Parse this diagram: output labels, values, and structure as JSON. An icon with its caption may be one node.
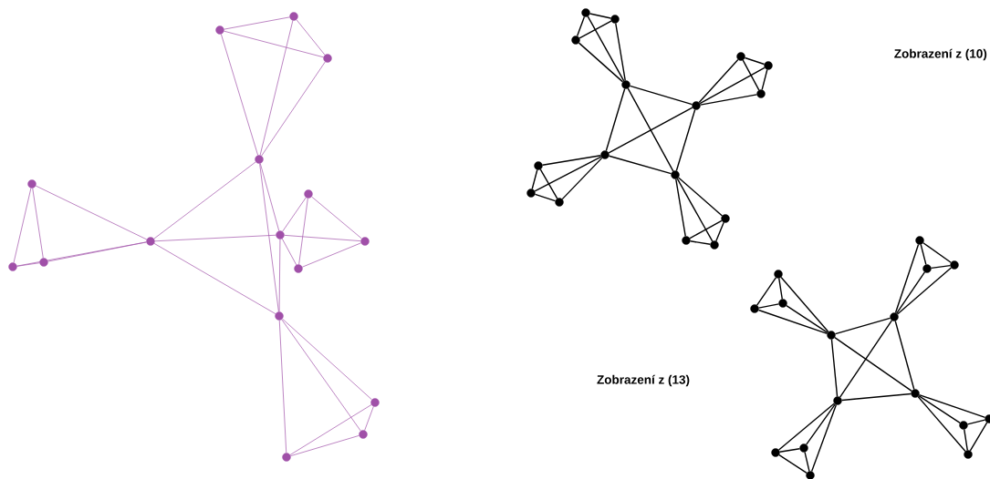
{
  "diagram": {
    "nodes": [
      {
        "text": [],
        "shape": "circle"
      },
      {
        "text": [],
        "shape": "circle"
      },
      {
        "text": [],
        "shape": "circle"
      },
      {
        "text": [],
        "shape": "circle"
      },
      {
        "text": [],
        "shape": "circle"
      },
      {
        "text": [],
        "shape": "circle"
      },
      {
        "text": [],
        "shape": "circle"
      },
      {
        "text": [],
        "shape": "circle"
      },
      {
        "text": [],
        "shape": "circle"
      },
      {
        "text": [],
        "shape": "circle"
      },
      {
        "text": [],
        "shape": "circle"
      },
      {
        "text": [],
        "shape": "circle"
      },
      {
        "text": [],
        "shape": "circle"
      },
      {
        "text": [],
        "shape": "circle"
      },
      {
        "text": [],
        "shape": "circle"
      },
      {
        "text": [],
        "shape": "circle"
      },
      {
        "text": [],
        "shape": "circle"
      },
      {
        "text": [],
        "shape": "circle"
      },
      {
        "text": [],
        "shape": "circle"
      },
      {
        "text": [],
        "shape": "circle"
      },
      {
        "text": [],
        "shape": "circle"
      },
      {
        "text": [],
        "shape": "circle"
      },
      {
        "text": [],
        "shape": "circle"
      },
      {
        "text": [],
        "shape": "circle"
      },
      {
        "text": [],
        "shape": "circle"
      },
      {
        "text": [],
        "shape": "circle"
      },
      {
        "text": [],
        "shape": "circle"
      },
      {
        "text": [],
        "shape": "circle"
      },
      {
        "text": [],
        "shape": "circle"
      },
      {
        "text": [],
        "shape": "circle"
      },
      {
        "text": [],
        "shape": "circle"
      },
      {
        "text": [],
        "shape": "circle"
      },
      {
        "text": [],
        "shape": "circle"
      },
      {
        "text": [],
        "shape": "circle"
      },
      {
        "text": [],
        "shape": "circle"
      },
      {
        "text": [],
        "shape": "circle"
      },
      {
        "text": [],
        "shape": "circle"
      },
      {
        "text": [],
        "shape": "circle"
      },
      {
        "text": [],
        "shape": "circle"
      },
      {
        "text": [],
        "shape": "circle"
      },
      {
        "text": [],
        "shape": "circle"
      },
      {
        "text": [],
        "shape": "circle"
      },
      {
        "text": [],
        "shape": "circle"
      },
      {
        "text": [],
        "shape": "circle"
      },
      {
        "text": [],
        "shape": "circle"
      },
      {
        "text": [],
        "shape": "circle"
      },
      {
        "text": [],
        "shape": "circle"
      },
      {
        "text": [],
        "shape": "circle"
      }
    ],
    "edges": [
      {
        "from": 3,
        "to": 7,
        "arrow": "none",
        "color": "#a050a8"
      },
      {
        "from": 3,
        "to": 6,
        "arrow": "none",
        "color": "#a050a8"
      },
      {
        "from": 3,
        "to": 12,
        "arrow": "none",
        "color": "#a050a8"
      },
      {
        "from": 7,
        "to": 6,
        "arrow": "none",
        "color": "#a050a8"
      },
      {
        "from": 7,
        "to": 12,
        "arrow": "none",
        "color": "#a050a8"
      },
      {
        "from": 6,
        "to": 12,
        "arrow": "none",
        "color": "#a050a8"
      },
      {
        "from": 3,
        "to": 0,
        "arrow": "none",
        "color": "#a050a8"
      },
      {
        "from": 3,
        "to": 1,
        "arrow": "none",
        "color": "#a050a8"
      },
      {
        "from": 3,
        "to": 2,
        "arrow": "none",
        "color": "#a050a8"
      },
      {
        "from": 0,
        "to": 1,
        "arrow": "none",
        "color": "#a050a8"
      },
      {
        "from": 0,
        "to": 2,
        "arrow": "none",
        "color": "#a050a8"
      },
      {
        "from": 1,
        "to": 2,
        "arrow": "none",
        "color": "#a050a8"
      },
      {
        "from": 6,
        "to": 5,
        "arrow": "none",
        "color": "#a050a8"
      },
      {
        "from": 6,
        "to": 8,
        "arrow": "none",
        "color": "#a050a8"
      },
      {
        "from": 6,
        "to": 11,
        "arrow": "none",
        "color": "#a050a8"
      },
      {
        "from": 5,
        "to": 8,
        "arrow": "none",
        "color": "#a050a8"
      },
      {
        "from": 5,
        "to": 11,
        "arrow": "none",
        "color": "#a050a8"
      },
      {
        "from": 8,
        "to": 11,
        "arrow": "none",
        "color": "#a050a8"
      },
      {
        "from": 7,
        "to": 4,
        "arrow": "none",
        "color": "#a050a8"
      },
      {
        "from": 7,
        "to": 9,
        "arrow": "none",
        "color": "#a050a8"
      },
      {
        "from": 7,
        "to": 10,
        "arrow": "none",
        "color": "#a050a8"
      },
      {
        "from": 4,
        "to": 9,
        "arrow": "none",
        "color": "#a050a8"
      },
      {
        "from": 4,
        "to": 10,
        "arrow": "none",
        "color": "#a050a8"
      },
      {
        "from": 9,
        "to": 10,
        "arrow": "none",
        "color": "#a050a8"
      },
      {
        "from": 12,
        "to": 13,
        "arrow": "none",
        "color": "#a050a8"
      },
      {
        "from": 12,
        "to": 14,
        "arrow": "none",
        "color": "#a050a8"
      },
      {
        "from": 12,
        "to": 15,
        "arrow": "none",
        "color": "#a050a8"
      },
      {
        "from": 13,
        "to": 14,
        "arrow": "none",
        "color": "#a050a8"
      },
      {
        "from": 13,
        "to": 15,
        "arrow": "none",
        "color": "#a050a8"
      },
      {
        "from": 14,
        "to": 15,
        "arrow": "none",
        "color": "#a050a8"
      },
      {
        "from": 21,
        "to": 23,
        "arrow": "none"
      },
      {
        "from": 21,
        "to": 24,
        "arrow": "none"
      },
      {
        "from": 21,
        "to": 26,
        "arrow": "none"
      },
      {
        "from": 23,
        "to": 24,
        "arrow": "none"
      },
      {
        "from": 23,
        "to": 26,
        "arrow": "none"
      },
      {
        "from": 24,
        "to": 26,
        "arrow": "none"
      },
      {
        "from": 21,
        "to": 16,
        "arrow": "none"
      },
      {
        "from": 21,
        "to": 17,
        "arrow": "none"
      },
      {
        "from": 21,
        "to": 18,
        "arrow": "none"
      },
      {
        "from": 16,
        "to": 17,
        "arrow": "none"
      },
      {
        "from": 16,
        "to": 18,
        "arrow": "none"
      },
      {
        "from": 17,
        "to": 18,
        "arrow": "none"
      },
      {
        "from": 23,
        "to": 19,
        "arrow": "none"
      },
      {
        "from": 23,
        "to": 20,
        "arrow": "none"
      },
      {
        "from": 23,
        "to": 22,
        "arrow": "none"
      },
      {
        "from": 19,
        "to": 20,
        "arrow": "none"
      },
      {
        "from": 19,
        "to": 22,
        "arrow": "none"
      },
      {
        "from": 20,
        "to": 22,
        "arrow": "none"
      },
      {
        "from": 24,
        "to": 25,
        "arrow": "none"
      },
      {
        "from": 24,
        "to": 27,
        "arrow": "none"
      },
      {
        "from": 24,
        "to": 28,
        "arrow": "none"
      },
      {
        "from": 25,
        "to": 27,
        "arrow": "none"
      },
      {
        "from": 25,
        "to": 28,
        "arrow": "none"
      },
      {
        "from": 27,
        "to": 28,
        "arrow": "none"
      },
      {
        "from": 26,
        "to": 29,
        "arrow": "none"
      },
      {
        "from": 26,
        "to": 30,
        "arrow": "none"
      },
      {
        "from": 26,
        "to": 31,
        "arrow": "none"
      },
      {
        "from": 29,
        "to": 30,
        "arrow": "none"
      },
      {
        "from": 29,
        "to": 31,
        "arrow": "none"
      },
      {
        "from": 30,
        "to": 31,
        "arrow": "none"
      },
      {
        "from": 38,
        "to": 39,
        "arrow": "none"
      },
      {
        "from": 38,
        "to": 40,
        "arrow": "none"
      },
      {
        "from": 38,
        "to": 41,
        "arrow": "none"
      },
      {
        "from": 39,
        "to": 40,
        "arrow": "none"
      },
      {
        "from": 39,
        "to": 41,
        "arrow": "none"
      },
      {
        "from": 40,
        "to": 41,
        "arrow": "none"
      },
      {
        "from": 39,
        "to": 35,
        "arrow": "none"
      },
      {
        "from": 39,
        "to": 36,
        "arrow": "none"
      },
      {
        "from": 39,
        "to": 37,
        "arrow": "none"
      },
      {
        "from": 35,
        "to": 36,
        "arrow": "none"
      },
      {
        "from": 35,
        "to": 37,
        "arrow": "none"
      },
      {
        "from": 36,
        "to": 37,
        "arrow": "none"
      },
      {
        "from": 38,
        "to": 32,
        "arrow": "none"
      },
      {
        "from": 38,
        "to": 33,
        "arrow": "none"
      },
      {
        "from": 38,
        "to": 34,
        "arrow": "none"
      },
      {
        "from": 32,
        "to": 33,
        "arrow": "none"
      },
      {
        "from": 32,
        "to": 34,
        "arrow": "none"
      },
      {
        "from": 33,
        "to": 34,
        "arrow": "none"
      },
      {
        "from": 41,
        "to": 44,
        "arrow": "none"
      },
      {
        "from": 41,
        "to": 45,
        "arrow": "none"
      },
      {
        "from": 41,
        "to": 47,
        "arrow": "none"
      },
      {
        "from": 44,
        "to": 45,
        "arrow": "none"
      },
      {
        "from": 44,
        "to": 47,
        "arrow": "none"
      },
      {
        "from": 45,
        "to": 47,
        "arrow": "none"
      },
      {
        "from": 40,
        "to": 42,
        "arrow": "none"
      },
      {
        "from": 40,
        "to": 43,
        "arrow": "none"
      },
      {
        "from": 40,
        "to": 46,
        "arrow": "none"
      },
      {
        "from": 42,
        "to": 43,
        "arrow": "none"
      },
      {
        "from": 42,
        "to": 46,
        "arrow": "none"
      },
      {
        "from": 43,
        "to": 46,
        "arrow": "none"
      }
    ],
    "labels": [
      "Zobrazení z (10)",
      "Zobrazení z (13)"
    ]
  }
}
